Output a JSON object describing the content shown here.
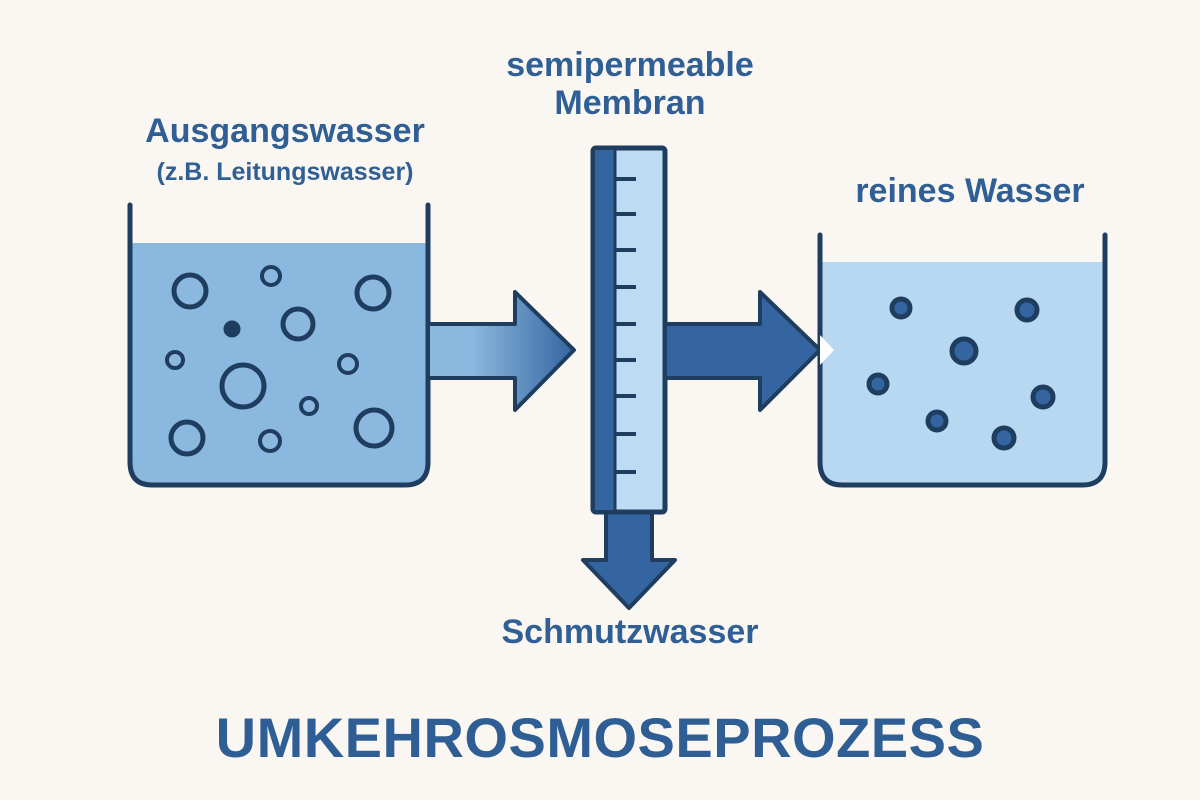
{
  "labels": {
    "input_title": "Ausgangswasser",
    "input_subtitle": "(z.B. Leitungswasser)",
    "membrane_line1": "semipermeable",
    "membrane_line2": "Membran",
    "pure_title": "reines Wasser",
    "waste_title": "Schmutzwasser",
    "main_title": "UMKEHROSMOSEPROZESS"
  },
  "colors": {
    "background": "#faf7f2",
    "outline": "#1f3d5e",
    "text": "#2f5f95",
    "dirty_water": "#8ab8df",
    "pure_water": "#b8d8f1",
    "membrane_dark": "#3565a0",
    "membrane_light": "#bddcf3",
    "arrow": "#3565a0"
  },
  "icons": {
    "input_tank": "beaker-dirty-water-icon",
    "output_tank": "beaker-pure-water-icon",
    "membrane": "membrane-filter-icon",
    "particles": "impurity-particle-icon"
  }
}
